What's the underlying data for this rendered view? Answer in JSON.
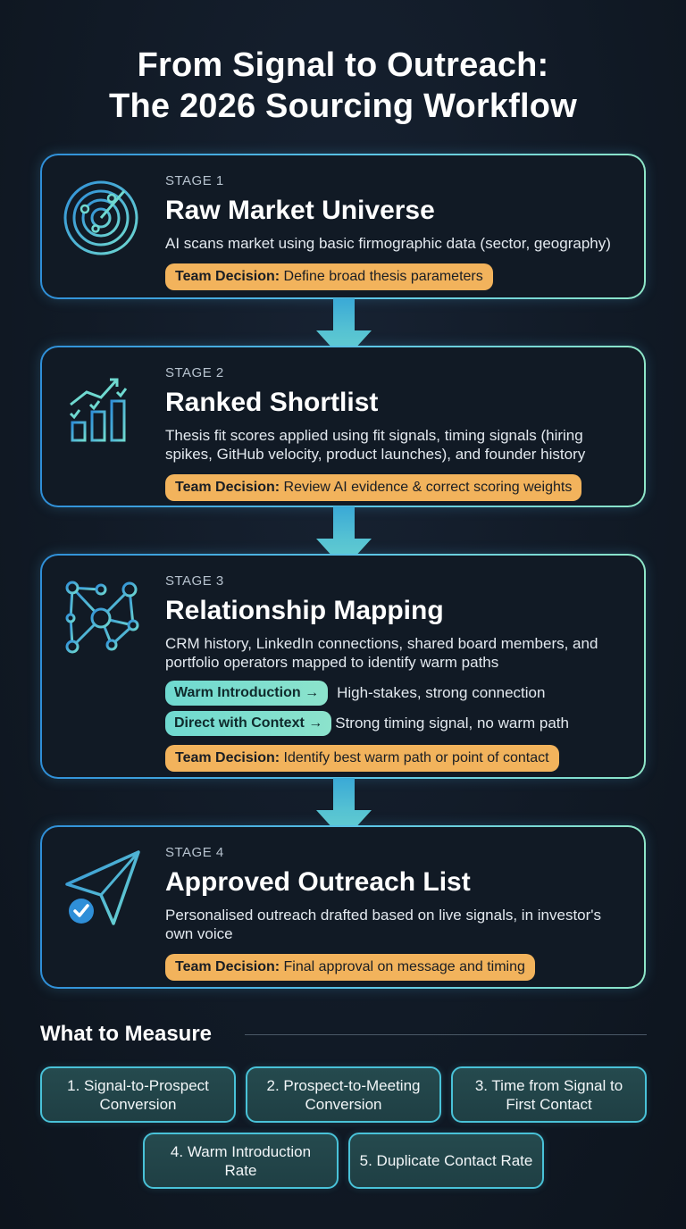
{
  "title": {
    "line1": "From Signal to Outreach:",
    "line2": "The 2026 Sourcing Workflow"
  },
  "stages": [
    {
      "label": "STAGE 1",
      "title": "Raw Market Universe",
      "description": "AI scans market using basic firmographic data (sector, geography)",
      "decision_prefix": "Team Decision:",
      "decision_text": " Define broad thesis parameters",
      "icon": "radar-icon"
    },
    {
      "label": "STAGE 2",
      "title": "Ranked Shortlist",
      "description": "Thesis fit scores applied using fit signals, timing signals (hiring spikes, GitHub velocity, product launches), and founder history",
      "decision_prefix": "Team Decision:",
      "decision_text": " Review AI evidence & correct scoring weights",
      "icon": "bar-chart-check-icon"
    },
    {
      "label": "STAGE 3",
      "title": "Relationship Mapping",
      "description": "CRM history, LinkedIn connections, shared board members, and portfolio operators mapped to identify warm paths",
      "routes": [
        {
          "tag": "Warm Introduction →",
          "text": "High-stakes, strong connection"
        },
        {
          "tag": "Direct with Context →",
          "text": "Strong timing signal, no warm path"
        }
      ],
      "decision_prefix": "Team Decision:",
      "decision_text": " Identify best warm path or point of contact",
      "icon": "network-icon"
    },
    {
      "label": "STAGE 4",
      "title": "Approved Outreach List",
      "description": "Personalised outreach drafted based on live signals, in investor's own voice",
      "decision_prefix": "Team Decision:",
      "decision_text": " Final approval on message and timing",
      "icon": "paper-plane-check-icon"
    }
  ],
  "measure": {
    "heading": "What to Measure",
    "metrics": [
      "1. Signal-to-Prospect Conversion",
      "2. Prospect-to-Meeting Conversion",
      "3. Time from Signal to First Contact",
      "4. Warm Introduction Rate",
      "5. Duplicate Contact Rate"
    ]
  },
  "colors": {
    "background": "#111a26",
    "card_border_start": "#2f8fd8",
    "card_border_end": "#8ee6c8",
    "decision_badge": "#f2b35c",
    "route_tag": "#6fd9d0",
    "metric_fill": "#254a4e"
  }
}
